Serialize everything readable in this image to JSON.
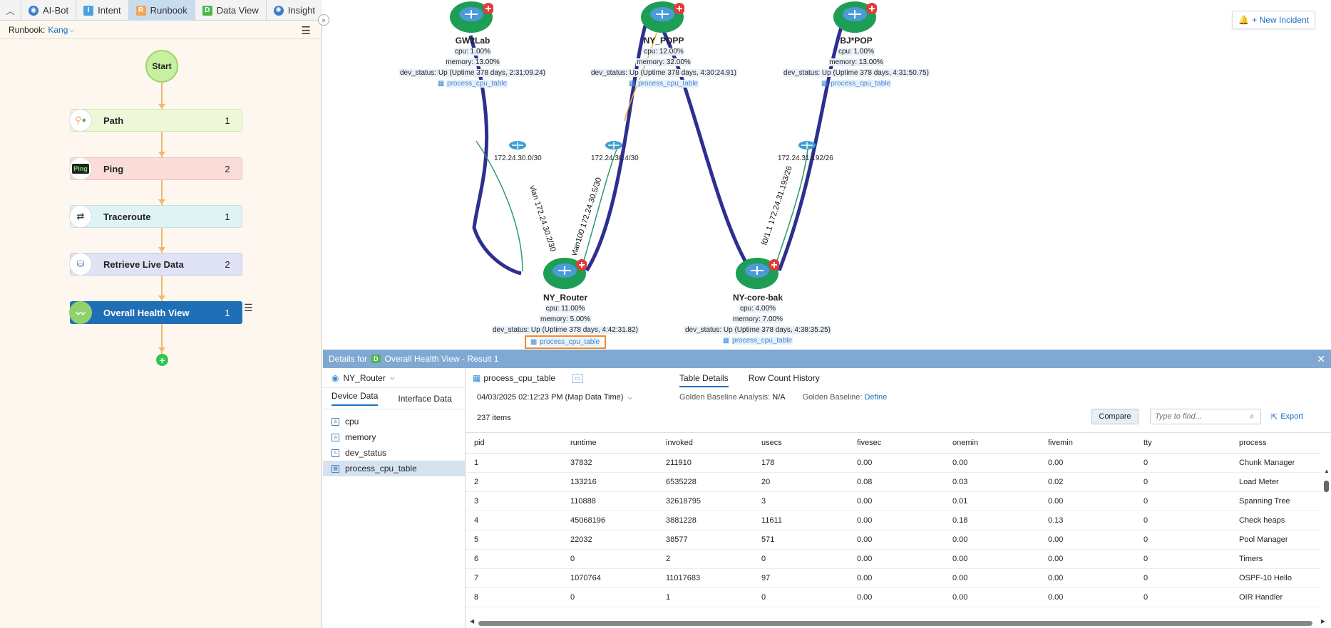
{
  "tabs": [
    {
      "label": "AI-Bot",
      "icon": "ai-bot-icon",
      "color": "#3a7cc9"
    },
    {
      "label": "Intent",
      "icon": "I",
      "color": "#4aa3df"
    },
    {
      "label": "Runbook",
      "icon": "R",
      "color": "#f0a856"
    },
    {
      "label": "Data View",
      "icon": "D",
      "color": "#4cb84c"
    },
    {
      "label": "Insight",
      "icon": "insight-icon",
      "color": "#3a7cc9"
    }
  ],
  "runbook": {
    "prefix": "Runbook:",
    "name": "Kang"
  },
  "flow": {
    "start": "Start",
    "steps": [
      {
        "label": "Path",
        "count": "1",
        "icon": "path-icon",
        "bg": "#eef8d8",
        "border": "#d3e8b0"
      },
      {
        "label": "Ping",
        "count": "2",
        "icon_text": "Ping",
        "bg": "#fadcd8",
        "border": "#efc2bc"
      },
      {
        "label": "Traceroute",
        "count": "1",
        "icon": "traceroute-icon",
        "bg": "#dff3f5",
        "border": "#bfe2e7"
      },
      {
        "label": "Retrieve Live Data",
        "count": "2",
        "icon": "retrieve-icon",
        "bg": "#e0e2f6",
        "border": "#c5c9ec"
      },
      {
        "label": "Overall Health View",
        "count": "1",
        "icon": "health-icon",
        "bg": "#1e6fb5",
        "border": "#1e6fb5"
      }
    ]
  },
  "map": {
    "new_incident": "+ New Incident",
    "devices": [
      {
        "name": "GW2Lab",
        "cpu": "cpu: 1.00%",
        "memory": "memory: 13.00%",
        "status": "dev_status: Up (Uptime 378 days, 2:31:09.24)",
        "link": "process_cpu_table"
      },
      {
        "name": "NY_POPP",
        "cpu": "cpu: 12.00%",
        "memory": "memory: 32.00%",
        "status": "dev_status: Up (Uptime 378 days, 4:30:24.91)",
        "link": "process_cpu_table"
      },
      {
        "name": "BJ*POP",
        "cpu": "cpu: 1.00%",
        "memory": "memory: 13.00%",
        "status": "dev_status: Up (Uptime 378 days, 4:31:50.75)",
        "link": "process_cpu_table"
      },
      {
        "name": "NY_Router",
        "cpu": "cpu: 11.00%",
        "memory": "memory: 5.00%",
        "status": "dev_status: Up (Uptime 378 days, 4:42:31.82)",
        "link": "process_cpu_table"
      },
      {
        "name": "NY-core-bak",
        "cpu": "cpu: 4.00%",
        "memory": "memory: 7.00%",
        "status": "dev_status: Up (Uptime 378 days, 4:38:35.25)",
        "link": "process_cpu_table"
      }
    ],
    "subnets": [
      "172.24.30.0/30",
      "172.24.30.4/30",
      "172.24.31.192/26"
    ],
    "link_labels": [
      "vlan 172.24.30.2/30",
      "vlan100 172.24.30.5/30",
      "f0/1.1 172.24.31.193/26"
    ]
  },
  "details": {
    "header_prefix": "Details for",
    "header_badge": "D",
    "header_title": "Overall Health View - Result 1",
    "device": "NY_Router",
    "subtabs": [
      "Device Data",
      "Interface Data"
    ],
    "data_items": [
      {
        "label": "cpu",
        "icon": "a"
      },
      {
        "label": "memory",
        "icon": "a"
      },
      {
        "label": "dev_status",
        "icon": "s"
      },
      {
        "label": "process_cpu_table",
        "icon": "t"
      }
    ],
    "table_name": "process_cpu_table",
    "table_tabs": [
      "Table Details",
      "Row Count History"
    ],
    "timestamp": "04/03/2025 02:12:23 PM (Map Data Time)",
    "baseline_label": "Golden Baseline Analysis:",
    "baseline_value": "N/A",
    "golden_label": "Golden Baseline:",
    "golden_link": "Define",
    "items_count": "237 items",
    "compare": "Compare",
    "find_placeholder": "Type to find...",
    "export": "Export",
    "columns": [
      "pid",
      "runtime",
      "invoked",
      "usecs",
      "fivesec",
      "onemin",
      "fivemin",
      "tty",
      "process"
    ],
    "rows": [
      [
        "1",
        "37832",
        "211910",
        "178",
        "0.00",
        "0.00",
        "0.00",
        "0",
        "Chunk Manager"
      ],
      [
        "2",
        "133216",
        "6535228",
        "20",
        "0.08",
        "0.03",
        "0.02",
        "0",
        "Load Meter"
      ],
      [
        "3",
        "110888",
        "32618795",
        "3",
        "0.00",
        "0.01",
        "0.00",
        "0",
        "Spanning Tree"
      ],
      [
        "4",
        "45068196",
        "3881228",
        "11611",
        "0.00",
        "0.18",
        "0.13",
        "0",
        "Check heaps"
      ],
      [
        "5",
        "22032",
        "38577",
        "571",
        "0.00",
        "0.00",
        "0.00",
        "0",
        "Pool Manager"
      ],
      [
        "6",
        "0",
        "2",
        "0",
        "0.00",
        "0.00",
        "0.00",
        "0",
        "Timers"
      ],
      [
        "7",
        "1070764",
        "11017683",
        "97",
        "0.00",
        "0.00",
        "0.00",
        "0",
        "OSPF-10 Hello"
      ],
      [
        "8",
        "0",
        "1",
        "0",
        "0.00",
        "0.00",
        "0.00",
        "0",
        "OIR Handler"
      ]
    ]
  }
}
